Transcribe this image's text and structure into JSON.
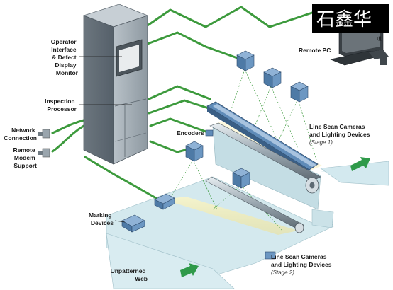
{
  "logo": {
    "text": "石鑫华",
    "registered": "®"
  },
  "labels": {
    "operator_interface": [
      "Operator",
      "Interface",
      "& Defect",
      "Display",
      "Monitor"
    ],
    "inspection_processor": [
      "Inspection",
      "Processor"
    ],
    "network_connection": [
      "Network",
      "Connection"
    ],
    "remote_modem": [
      "Remote",
      "Modem",
      "Support"
    ],
    "remote_pc": "Remote PC",
    "encoders": "Encoders",
    "stage1": {
      "lines": [
        "Line Scan Cameras",
        "and Lighting Devices"
      ],
      "stage": "(Stage 1)"
    },
    "stage2": {
      "lines": [
        "Line Scan Cameras",
        "and Lighting Devices"
      ],
      "stage": "(Stage 2)"
    },
    "marking_devices": [
      "Marking",
      "Devices"
    ],
    "unpatterned_web": [
      "Unpatterned",
      "Web"
    ]
  },
  "colors": {
    "cable": "#3c9a3c",
    "cabinet": "#9aa5ad",
    "cabinet_dark": "#6f7a82",
    "web": "#cfe6ec",
    "arrow": "#2f9a4a",
    "light_beam": "#f3e9a0",
    "camera": "#5f8bb8"
  }
}
